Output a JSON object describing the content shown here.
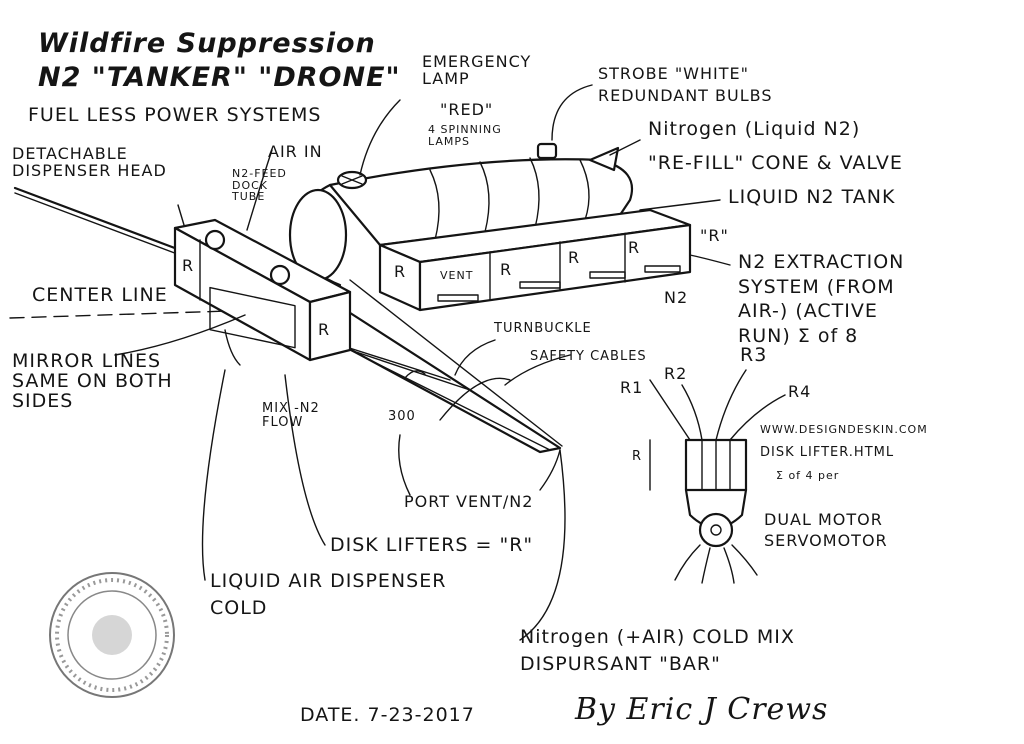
{
  "title": {
    "line1": "Wildfire Suppression",
    "line2": "N2 \"TANKER\" \"DRONE\"",
    "line3": "FUEL LESS POWER SYSTEMS"
  },
  "labels": {
    "detachable_head": "DETACHABLE DISPENSER HEAD",
    "air_in": "AIR IN",
    "n2_feed": "N2-FEED DOCK TUBE",
    "emergency_lamp": "EMERGENCY LAMP",
    "lamp_red": "\"RED\"",
    "spinning_lamps": "4 SPINNING LAMPS",
    "strobe": "STROBE \"WHITE\"",
    "redundant_bulbs": "REDUNDANT BULBS",
    "nitrogen_liquid": "Nitrogen (Liquid N2)",
    "refill_cone": "\"RE-FILL\" CONE & VALVE",
    "liquid_tank": "LIQUID N2 TANK",
    "r_quote": "\"R\"",
    "extraction": "N2 EXTRACTION SYSTEM (FROM AIR-) (ACTIVE RUN) Σ of 8",
    "n2": "N2",
    "center_line": "CENTER LINE",
    "mirror_lines": "MIRROR LINES SAME ON BOTH SIDES",
    "turnbuckle": "TURNBUCKLE",
    "safety_cables": "SAFETY CABLES",
    "mix_flow": "MIX -N2 FLOW",
    "dist_300": "300",
    "port_vent": "PORT VENT/N2",
    "disk_lifters": "DISK LIFTERS = \"R\"",
    "liquid_air": "LIQUID AIR DISPENSER COLD",
    "cold_mix": "Nitrogen (+AIR) COLD MIX DISPURSANT \"BAR\"",
    "r1": "R1",
    "r2": "R2",
    "r3": "R3",
    "r4": "R4",
    "website": "WWW.DESIGNDESKIN.COM",
    "disk_lifter_html": "DISK LIFTER.HTML",
    "sum_4": "Σ of 4 per",
    "dual_motor": "DUAL MOTOR SERVOMOTOR",
    "r_box": "R",
    "vent": "VENT",
    "date": "DATE. 7-23-2017",
    "signature": "By Eric J Crews"
  }
}
